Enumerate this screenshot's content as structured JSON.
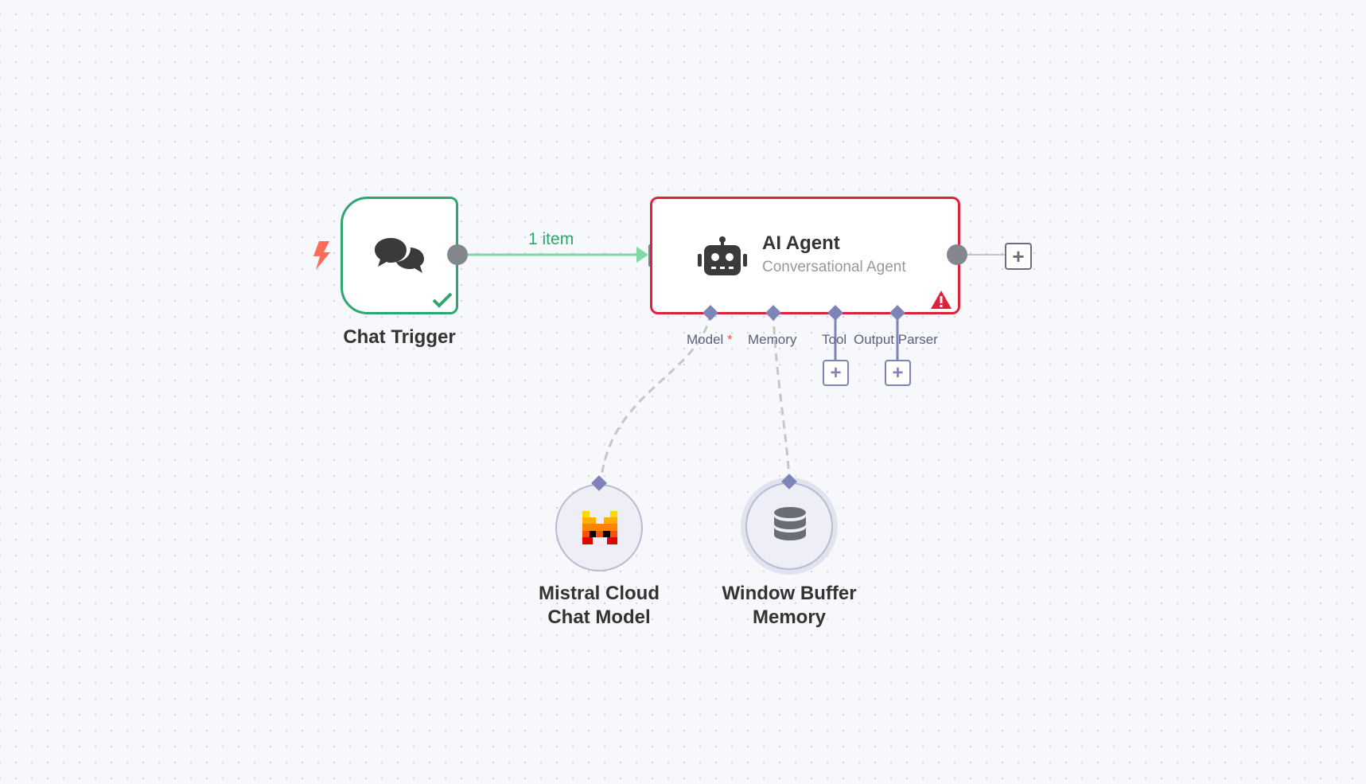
{
  "workflow": {
    "edge_label": "1 item",
    "nodes": {
      "chat_trigger": {
        "label": "Chat Trigger",
        "icon": "chat-bubbles-icon",
        "status": "success"
      },
      "ai_agent": {
        "title": "AI Agent",
        "subtitle": "Conversational Agent",
        "icon": "robot-icon",
        "status": "error"
      },
      "mistral": {
        "label_line1": "Mistral Cloud",
        "label_line2": "Chat Model",
        "icon": "mistral-logo-icon"
      },
      "memory": {
        "label_line1": "Window Buffer",
        "label_line2": "Memory",
        "icon": "database-icon"
      }
    },
    "slots": {
      "model": "Model",
      "model_required": "*",
      "memory": "Memory",
      "tool": "Tool",
      "output_parser": "Output Parser"
    },
    "add_symbol": "+"
  },
  "colors": {
    "success": "#2fa56f",
    "error": "#e0213b",
    "trigger_bolt": "#ff6d5a",
    "sub_node_accent": "#7f84b8",
    "handle": "#84868d"
  }
}
